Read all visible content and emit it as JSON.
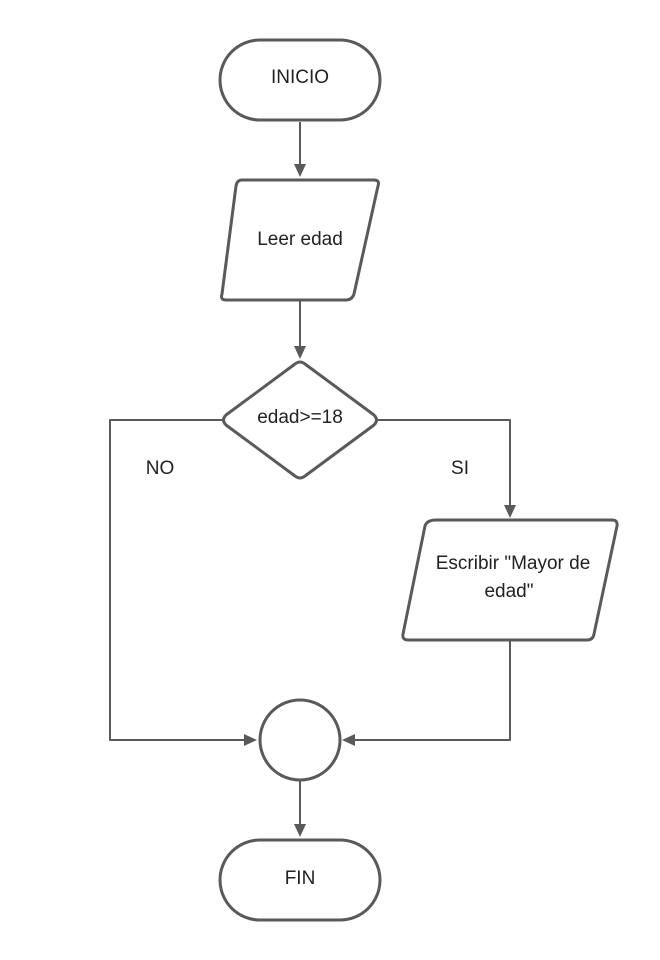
{
  "diagram": {
    "start_label": "INICIO",
    "input_label": "Leer edad",
    "decision_label": "edad>=18",
    "no_label": "NO",
    "yes_label": "SI",
    "output_label_line1": "Escribir \"Mayor de",
    "output_label_line2": "edad\"",
    "end_label": "FIN",
    "line_color": "#5a5a5a",
    "fill_color": "#ffffff",
    "text_color": "#222222"
  }
}
